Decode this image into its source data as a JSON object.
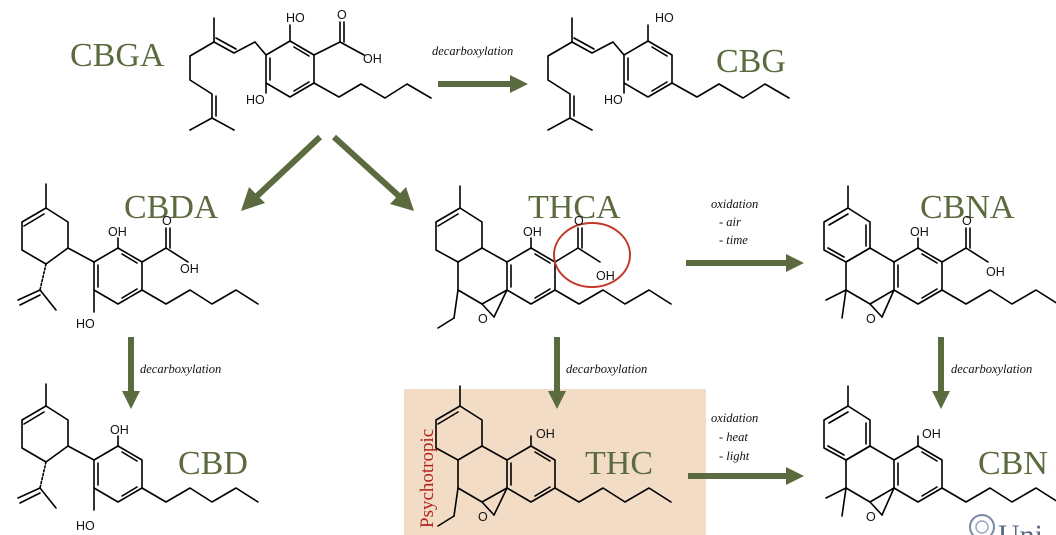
{
  "compounds": {
    "cbga": "CBGA",
    "cbg": "CBG",
    "cbda": "CBDA",
    "thca": "THCA",
    "cbna": "CBNA",
    "cbd": "CBD",
    "thc": "THC",
    "cbn": "CBN"
  },
  "steps": {
    "decarboxylation": "decarboxylation",
    "oxidation": "oxidation",
    "air": "- air",
    "time": "- time",
    "heat": "- heat",
    "light": "- light"
  },
  "atoms": {
    "ho": "HO",
    "oh": "OH",
    "o": "O"
  },
  "highlight": {
    "label": "Psychotropic",
    "fill": "#f3dcc5",
    "label_color": "#b0221e",
    "circle_color": "#c0392b"
  },
  "colors": {
    "arrow": "#5b6b3f",
    "compound_name": "#5b6b3f"
  },
  "logo": {
    "text": "Uni"
  }
}
